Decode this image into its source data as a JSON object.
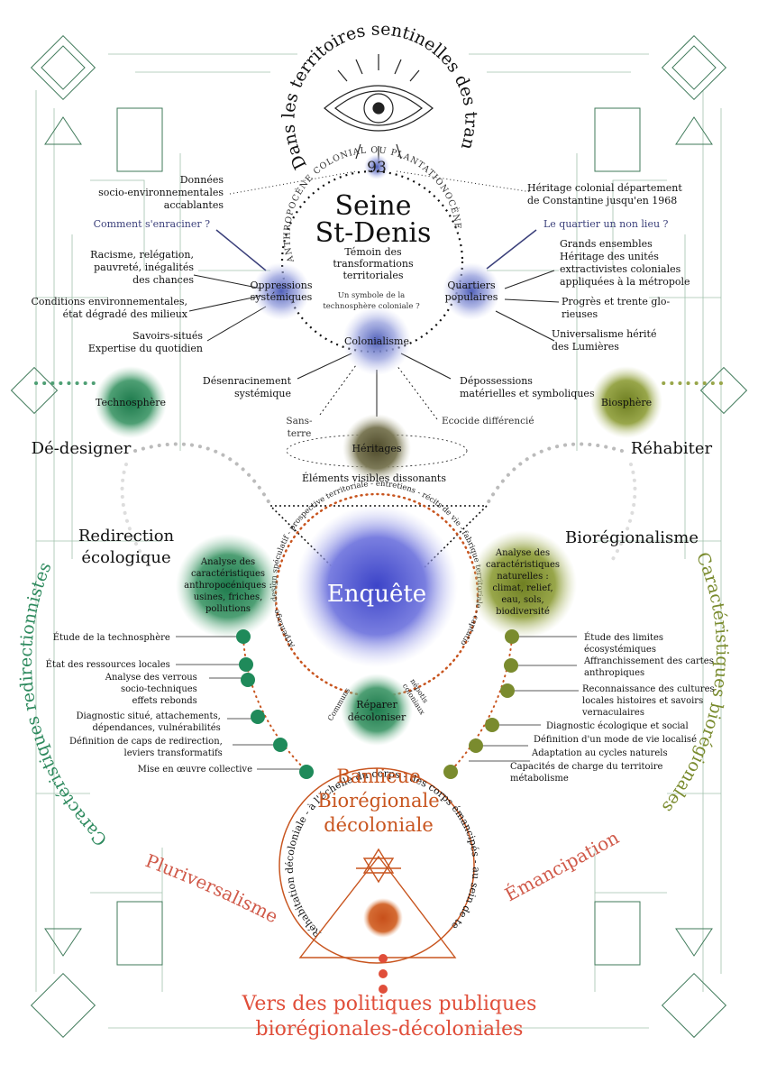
{
  "arc_title": "Dans les territoires sentinelles des transformations à venir",
  "dept_number": "93",
  "seine": {
    "line1": "Seine",
    "line2": "St-Denis",
    "sub": "Témoin des transformations territoriales",
    "symbol": "Un symbole de la technosphère coloniale ?",
    "arc": "ANTHROPOCÈNE COLONIAL OU PLANTATIONOCÈNE"
  },
  "left_top": {
    "l1": "Données",
    "l2": "socio-environnementales",
    "l3": "accablantes"
  },
  "right_top": {
    "l1": "Héritage colonial département",
    "l2": "de Constantine jusqu'en 1968"
  },
  "questions": {
    "left": "Comment s'enraciner ?",
    "right": "Le quartier un non lieu ?"
  },
  "nodes": {
    "oppressions": {
      "l1": "Oppressions",
      "l2": "systémiques"
    },
    "quartiers": {
      "l1": "Quartiers",
      "l2": "populaires"
    },
    "colonialisme": "Colonialisme",
    "heritages": "Héritages",
    "technosphere": "Technosphère",
    "biosphere": "Biosphère",
    "enquete": "Enquête",
    "reparer": {
      "l1": "Réparer",
      "l2": "décoloniser"
    },
    "analyse_left": [
      "Analyse des",
      "caractéristiques",
      "anthropocéniques :",
      "usines, friches,",
      "pollutions"
    ],
    "analyse_right": [
      "Analyse des",
      "caractéristiques",
      "naturelles :",
      "climat, relief,",
      "eau, sols,",
      "biodiversité"
    ]
  },
  "left_list": {
    "racisme": [
      "Racisme, relégation,",
      "pauvreté, inégalités",
      "des chances"
    ],
    "conditions": [
      "Conditions environnementales,",
      "état dégradé des milieux"
    ],
    "savoirs": [
      "Savoirs-situés",
      "Expertise du quotidien"
    ],
    "desenracinement": [
      "Désenracinement",
      "systémique"
    ]
  },
  "right_list": {
    "grands": [
      "Grands ensembles",
      "Héritage des unités",
      "extractivistes coloniales",
      "appliquées à la métropole"
    ],
    "progres": [
      "Progrès et trente glo-",
      "rieuses"
    ],
    "universalisme": [
      "Universalisme hérité",
      "des Lumières"
    ],
    "depossessions": [
      "Dépossessions",
      "matérielles et symboliques"
    ]
  },
  "small_labels": {
    "sans_terre": [
      "Sans-",
      "terre"
    ],
    "ecocide": "Ecocide différencié",
    "elements": "Éléments visibles dissonants",
    "communs": "Communs",
    "nepotis": [
      "népotis",
      "coloniaux"
    ]
  },
  "headings": {
    "dedesigner": "Dé-designer",
    "rehabiter": "Réhabiter",
    "redirection": [
      "Redirection",
      "écologique"
    ],
    "bioregionalisme": "Biorégionalisme"
  },
  "left_steps": [
    "Étude de la technosphère",
    "État des ressources locales",
    "Analyse des verrous",
    "socio-techniques",
    "effets rebonds",
    "Diagnostic situé, attachements,",
    "dépendances, vulnérabilités",
    "Définition de caps de redirection,",
    "leviers transformatifs",
    "Mise en œuvre collective"
  ],
  "right_steps": [
    "Étude des limites",
    "écosystémiques",
    "Affranchissement des cartes",
    "anthropiques",
    "Reconnaissance des cultures",
    "locales histoires et savoirs",
    "vernaculaires",
    "Diagnostic écologique et social",
    "Définition d'un mode de vie localisé",
    "Adaptation au cycles naturels",
    "Capacités de charge du territoire",
    "métabolisme"
  ],
  "enquete_arc": "Arpentage - design spéculatif - prospective territoriale - entretiens - récits de vie - fabrique territoriale - captation",
  "side_arcs": {
    "left": "Caractéristiques redirectionnistes",
    "right": "Caractéristiques biorégionales"
  },
  "banlieue": [
    "Banlieue",
    "Biorégionale",
    "décoloniale"
  ],
  "bottom_arc": "Réhabitation décoloniale - à l'échelle du corps - des corps émancipés - au sein de terres libres",
  "pluri": "Pluriversalisme",
  "emancipation": "Émancipation",
  "footer": [
    "Vers des politiques publiques",
    "biorégionales-décoloniales"
  ],
  "colors": {
    "blue": "#5a6ab8",
    "green": "#2e8a5e",
    "olive": "#7a8b2e",
    "orange": "#c8551f",
    "grid": "#7aa98a"
  }
}
